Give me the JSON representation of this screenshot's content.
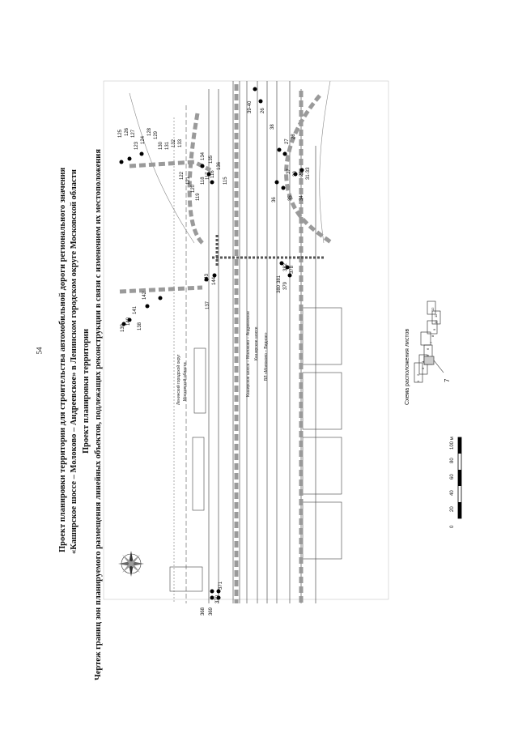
{
  "page_number": "54",
  "title": {
    "line1": "Проект планировки территории для строительства автомобильной дороги регионального значения",
    "line2": "«Каширское шоссе – Молоково – Андреевское» в Ленинском городском округе Московской области",
    "line3": "Проект планировки территории",
    "line4": "Чертеж границ зон планируемого размещения линейных объектов, подлежащих реконструкции в связи с изменением их местоположения"
  },
  "map": {
    "road_labels": [
      "Ленинский городской округ",
      "Московской области",
      "Каширское шоссе – Молоково – Андреевское",
      "Каширское шоссе",
      "ВЛ «Молоково – Видное»"
    ],
    "points": [
      "139",
      "140",
      "141",
      "142",
      "138",
      "143",
      "144",
      "137",
      "368",
      "369",
      "370",
      "371",
      "119",
      "120",
      "121",
      "122",
      "123",
      "124",
      "125",
      "126",
      "127",
      "128",
      "129",
      "130",
      "131",
      "132",
      "133",
      "134",
      "135",
      "136",
      "115",
      "116",
      "117",
      "118",
      "26",
      "27",
      "28",
      "29",
      "30",
      "31-33",
      "34",
      "35",
      "36",
      "37",
      "38",
      "39",
      "40",
      "380",
      "381",
      "382",
      "379",
      "378"
    ]
  },
  "scale": {
    "ticks": [
      "0",
      "20",
      "40",
      "60",
      "80",
      "100 м"
    ]
  },
  "sheet_scheme": {
    "title": "Схема расположения листов",
    "sheet_numbers": [
      "1",
      "2",
      "3",
      "4",
      "5",
      "6",
      "7",
      "8",
      "9",
      "10",
      "11",
      "12"
    ],
    "callout": "7"
  },
  "colors": {
    "zone": "#9a9a9a",
    "point": "#000000",
    "line": "#333333"
  }
}
